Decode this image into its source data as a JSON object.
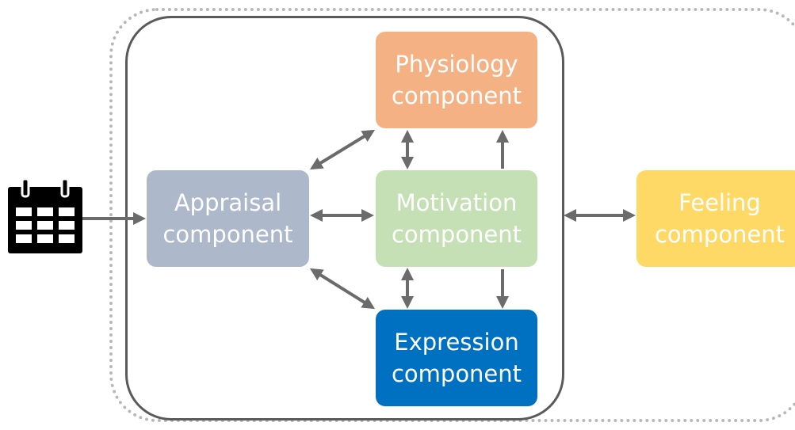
{
  "colors": {
    "physiology": "#f4b183",
    "appraisal": "#adb9ca",
    "motivation": "#c5e0b4",
    "expression": "#0070c0",
    "feeling": "#ffd966",
    "arrow": "#6b6b6b"
  },
  "icon": "calendar-icon",
  "components": {
    "physiology": {
      "line1": "Physiology",
      "line2": "component"
    },
    "appraisal": {
      "line1": "Appraisal",
      "line2": "component"
    },
    "motivation": {
      "line1": "Motivation",
      "line2": "component"
    },
    "expression": {
      "line1": "Expression",
      "line2": "component"
    },
    "feeling": {
      "line1": "Feeling",
      "line2": "component"
    }
  }
}
